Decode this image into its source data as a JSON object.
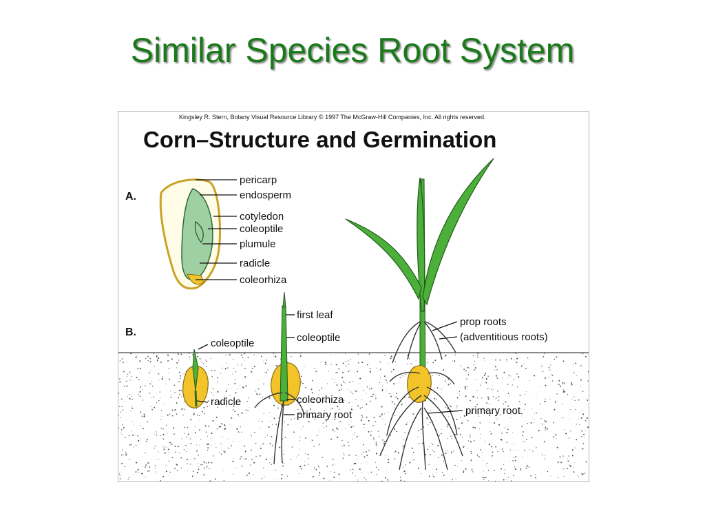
{
  "slide": {
    "title": "Similar Species Root System"
  },
  "figure": {
    "copyright": "Kingsley R. Stern, Botany Visual Resource Library © 1997 The McGraw-Hill Companies, Inc. All rights reserved.",
    "title": "Corn–Structure and Germination",
    "section_a": "A.",
    "section_b": "B.",
    "labels_a": {
      "pericarp": "pericarp",
      "endosperm": "endosperm",
      "cotyledon": "cotyledon",
      "coleoptile": "coleoptile",
      "plumule": "plumule",
      "radicle": "radicle",
      "coleorhiza": "coleorhiza"
    },
    "labels_b": {
      "coleoptile_left": "coleoptile",
      "radicle": "radicle",
      "first_leaf": "first leaf",
      "coleoptile_mid": "coleoptile",
      "coleorhiza": "coleorhiza",
      "primary_root_mid": "primary root",
      "prop_roots": "prop roots",
      "adventitious_roots": "(adventitious roots)",
      "primary_root_right": "primary root"
    },
    "colors": {
      "title": "#1a7a1a",
      "kernel_yellow": "#f2c42a",
      "embryo_green": "#9fd0a4",
      "leaf_green": "#4caf3a",
      "soil_speckle": "#555555"
    }
  }
}
